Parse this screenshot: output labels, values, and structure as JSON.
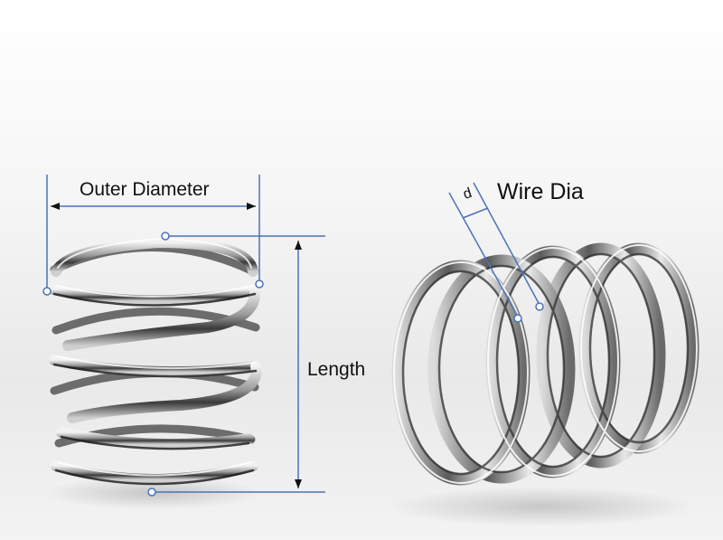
{
  "labels": {
    "outer_diameter": "Outer Diameter",
    "length": "Length",
    "wire_dia": "Wire Dia",
    "d": "d"
  },
  "colors": {
    "dimension_line": "#4a73b8",
    "spring_dark": "#2c2c2c",
    "spring_mid": "#8a8a8a",
    "spring_light": "#e6e6e6"
  }
}
